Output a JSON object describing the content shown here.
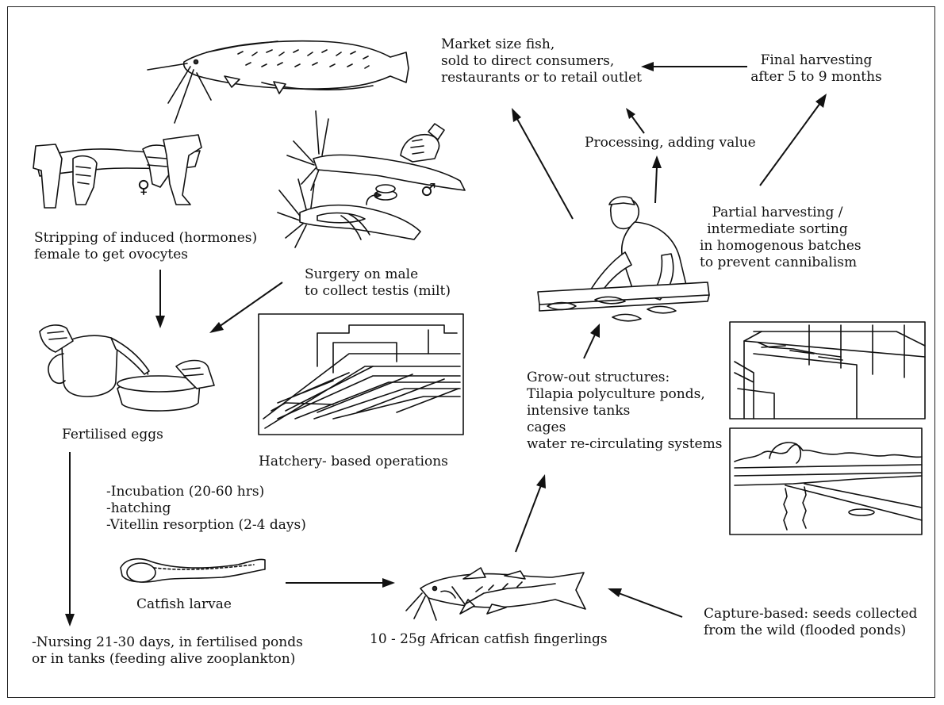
{
  "labels": {
    "market": [
      "Market size fish,",
      "sold to direct consumers,",
      "restaurants or to retail outlet"
    ],
    "final": [
      "Final harvesting",
      "after 5 to 9 months"
    ],
    "processing": "Processing, adding value",
    "partial": [
      "Partial harvesting /",
      "intermediate sorting",
      "in homogenous batches",
      "to prevent cannibalism"
    ],
    "stripping": [
      "Stripping of induced (hormones)",
      "female to get ovocytes"
    ],
    "female_symbol": "♀",
    "male_symbol": "♂",
    "surgery": [
      "Surgery on male",
      "to collect testis (milt)"
    ],
    "fertilised": "Fertilised eggs",
    "hatchery": "Hatchery- based operations",
    "incubation": [
      "-Incubation (20-60 hrs)",
      "-hatching",
      "-Vitellin resorption (2-4 days)"
    ],
    "growout": [
      "Grow-out structures:",
      "Tilapia polyculture ponds,",
      "intensive tanks",
      "cages",
      "water re-circulating systems"
    ],
    "larvae": "Catfish larvae",
    "nursing": [
      "-Nursing 21-30 days, in fertilised ponds",
      "or in tanks (feeding alive zooplankton)"
    ],
    "fingerlings": "10 - 25g African catfish fingerlings",
    "capture": [
      "Capture-based: seeds collected",
      "from the wild (flooded ponds)"
    ]
  },
  "icons": [
    "adult-catfish-icon",
    "female-stripping-icon",
    "male-surgery-icon",
    "pouring-eggs-icon",
    "hatchery-troughs-icon",
    "farmer-sorting-icon",
    "tank-illustration-icon",
    "pond-landscape-icon",
    "larva-icon",
    "fingerling-icon"
  ]
}
